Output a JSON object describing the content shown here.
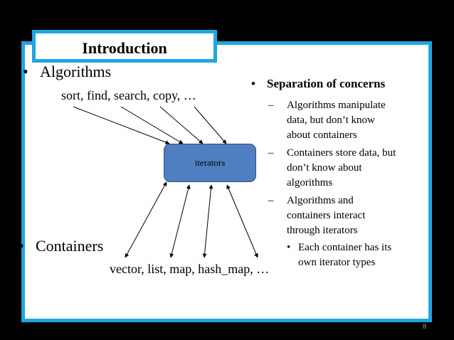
{
  "slide": {
    "title": "Introduction",
    "page_number": "8"
  },
  "left": {
    "algorithms_bullet": "•",
    "algorithms_label": "Algorithms",
    "algorithms_list": "sort, find, search, copy, …",
    "iterators_label": "iterators",
    "containers_bullet": "•",
    "containers_label": "Containers",
    "containers_list": "vector, list, map, hash_map, …"
  },
  "right": {
    "heading_bullet": "•",
    "heading": "Separation of concerns",
    "items": [
      {
        "dash": "–",
        "lines": [
          "Algorithms manipulate",
          "data, but don’t know",
          "about containers"
        ]
      },
      {
        "dash": "–",
        "lines": [
          "Containers store data, but",
          "don’t know about",
          "algorithms"
        ]
      },
      {
        "dash": "–",
        "lines": [
          "Algorithms and",
          "containers interact",
          "through iterators"
        ]
      }
    ],
    "sub_item": {
      "dot": "•",
      "lines": [
        "Each container has its",
        "own iterator types"
      ]
    }
  },
  "colors": {
    "border": "#1ea6e0",
    "iterator_box": "#4f7fc0",
    "background": "#000000"
  }
}
